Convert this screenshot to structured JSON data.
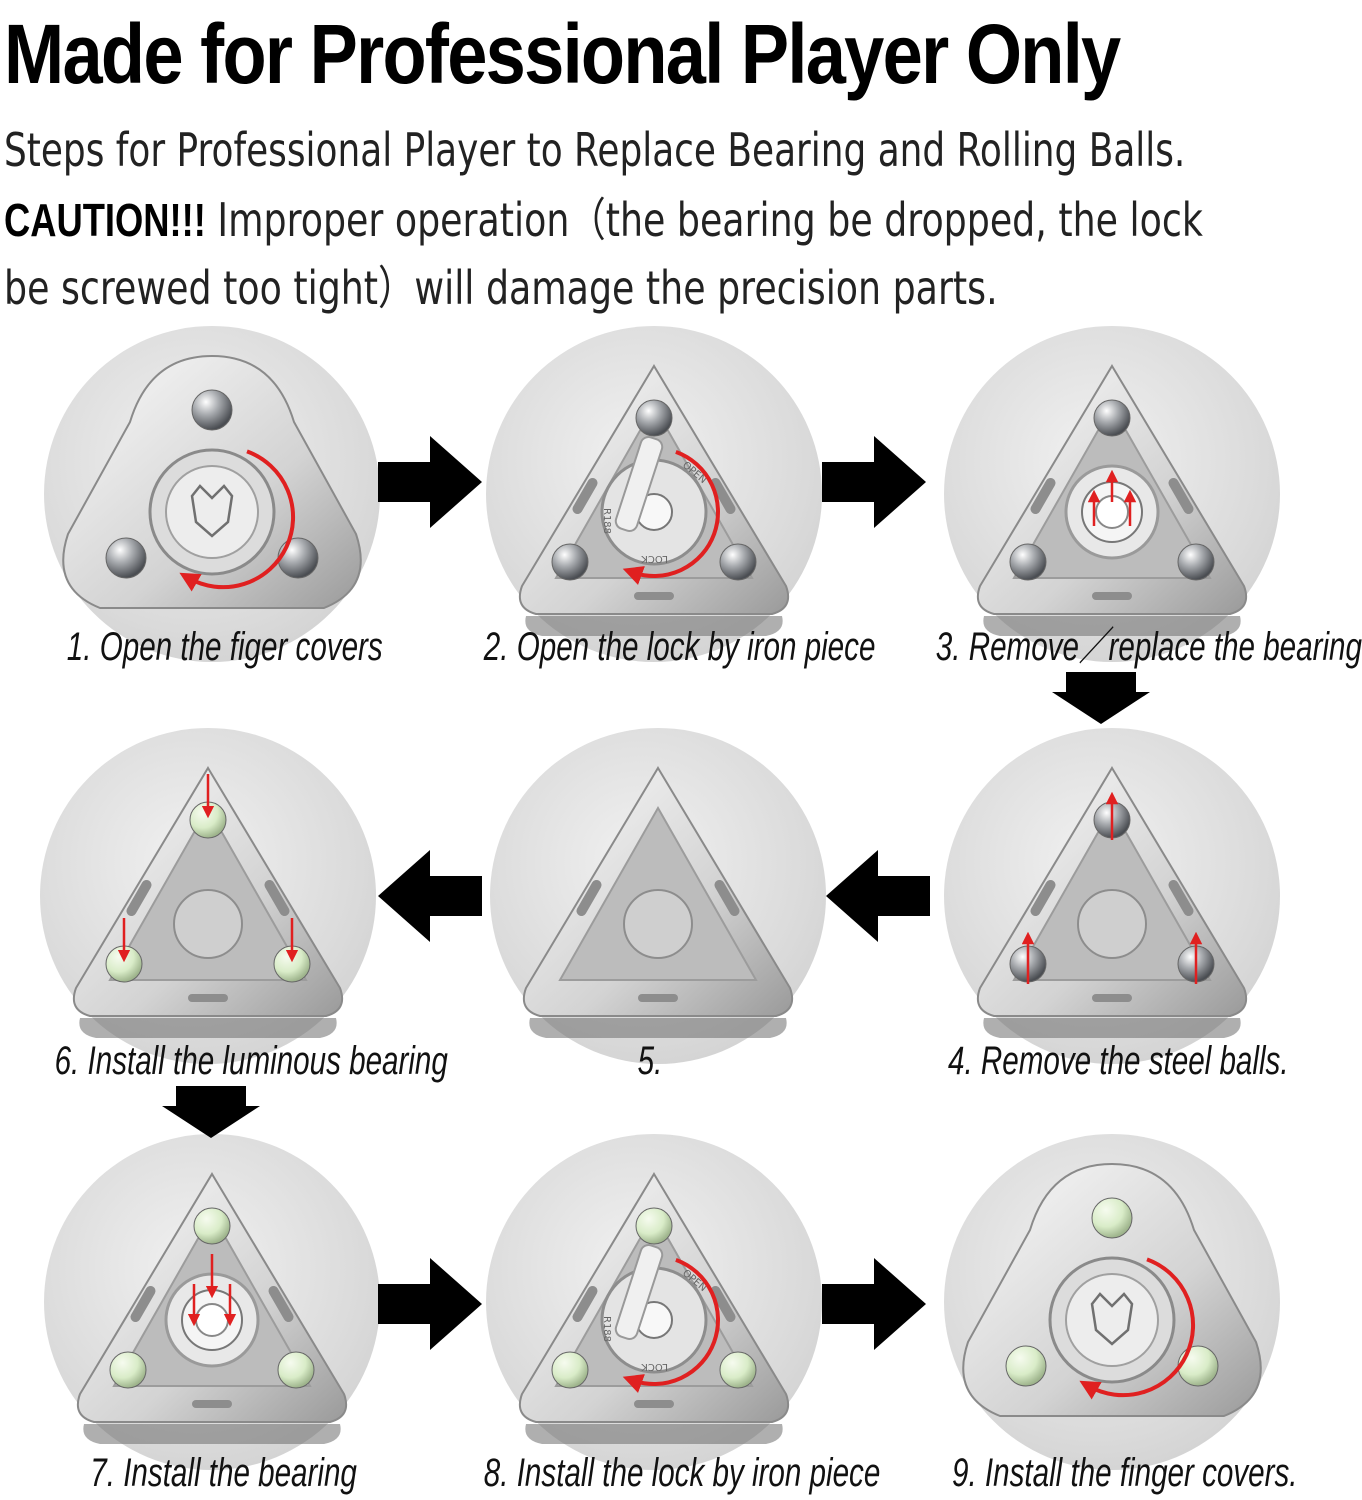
{
  "header": {
    "title": "Made for Professional Player Only",
    "subtitle": "Steps for Professional Player to Replace Bearing and Rolling Balls.",
    "caution_label": "CAUTION!!!",
    "caution_text": " Improper operation（the bearing be dropped, the lock be screwed too tight）will damage the precision parts."
  },
  "steps": [
    {
      "caption": "1. Open the figer covers"
    },
    {
      "caption": "2. Open the lock by iron piece"
    },
    {
      "caption": "3. Remove／replace the bearing"
    },
    {
      "caption": "4. Remove the steel balls."
    },
    {
      "caption": "5."
    },
    {
      "caption": "6. Install the luminous bearing"
    },
    {
      "caption": "7. Install the bearing"
    },
    {
      "caption": "8. Install the lock by iron piece"
    },
    {
      "caption": "9. Install the finger covers."
    }
  ],
  "lock_labels": {
    "open": "OPEN",
    "lock": "LOCK",
    "model": "R188"
  },
  "colors": {
    "arrow": "#000000",
    "indicator": "#e02020",
    "steel": "#a9acb0",
    "luminous": "#d9ecc8",
    "background": "#ffffff"
  }
}
